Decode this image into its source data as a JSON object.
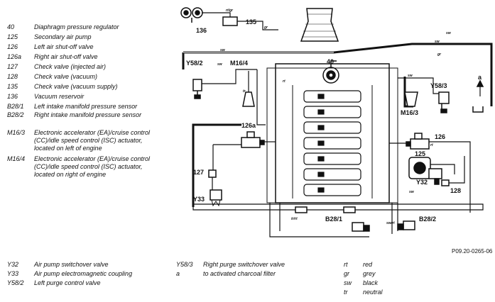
{
  "legend": [
    {
      "code": "40",
      "desc": "Diaphragm pressure regulator"
    },
    {
      "code": "125",
      "desc": "Secondary air pump"
    },
    {
      "code": "126",
      "desc": "Left air shut-off valve"
    },
    {
      "code": "126a",
      "desc": "Right air shut-off valve"
    },
    {
      "code": "127",
      "desc": "Check valve (injected air)"
    },
    {
      "code": "128",
      "desc": "Check valve (vacuum)"
    },
    {
      "code": "135",
      "desc": "Check valve (vacuum supply)"
    },
    {
      "code": "136",
      "desc": "Vacuum reservoir"
    },
    {
      "code": "B28/1",
      "desc": "Left intake manifold pressure sensor"
    },
    {
      "code": "B28/2",
      "desc": "Right intake manifold pressure sensor"
    },
    {
      "code": "M16/3",
      "desc": "Electronic accelerator (EA)/cruise control (CC)/idle speed control (ISC) actuator, located on left of engine"
    },
    {
      "code": "M16/4",
      "desc": "Electronic accelerator (EA)/cruise control (CC)/idle speed control (ISC) actuator, located on right of engine"
    }
  ],
  "bottom_legend_left": [
    {
      "code": "Y32",
      "desc": "Air pump switchover valve"
    },
    {
      "code": "Y33",
      "desc": "Air pump electromagnetic coupling"
    },
    {
      "code": "Y58/2",
      "desc": "Left purge control valve"
    }
  ],
  "bottom_legend_mid": [
    {
      "code": "Y58/3",
      "desc": "Right purge switchover valve"
    },
    {
      "code": "a",
      "desc": "to activated charcoal filter"
    }
  ],
  "color_legend": [
    {
      "code": "rt",
      "desc": "red"
    },
    {
      "code": "gr",
      "desc": "grey"
    },
    {
      "code": "sw",
      "desc": "black"
    },
    {
      "code": "tr",
      "desc": "neutral"
    }
  ],
  "diagram_labels": {
    "l136": "136",
    "l135": "135",
    "l40": "40",
    "lY582": "Y58/2",
    "lM164": "M16/4",
    "lY583": "Y58/3",
    "la": "a",
    "lM163": "M16/3",
    "l126a": "126a",
    "l126": "126",
    "l127": "127",
    "l125": "125",
    "lY32": "Y32",
    "l128": "128",
    "lY33": "Y33",
    "lB281": "B28/1",
    "lB282": "B28/2"
  },
  "hose_labels": {
    "rt_gr": "rt/gr",
    "gr1": "gr",
    "sw1": "sw",
    "sw2": "sw",
    "sw3": "sw",
    "gr2": "gr",
    "sw4": "sw",
    "rt1": "rt",
    "tr1": "tr",
    "sw5": "sw",
    "sw6": "sw",
    "tr_rt": "tr/rt",
    "sw_rt": "sw/rt",
    "rt2": "rt"
  },
  "reference": "P09.20-0265-06",
  "colors": {
    "line": "#111111",
    "background": "#ffffff"
  }
}
